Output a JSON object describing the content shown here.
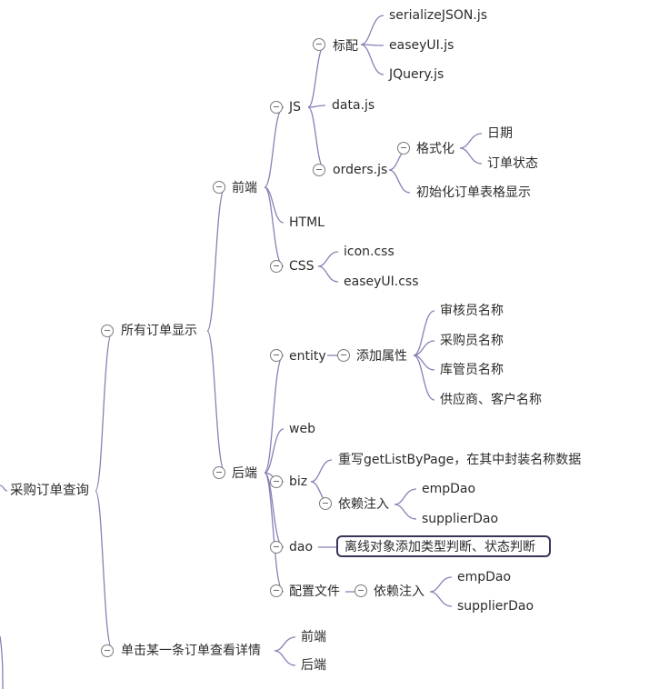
{
  "theme": {
    "line_color": "#8a7fb5",
    "highlight_border": "#3a3458",
    "text_color": "#2b2b2b"
  },
  "mindmap": {
    "root": "采购订单查询",
    "all_orders": "所有订单显示",
    "front": "前端",
    "js": "JS",
    "standard": "标配",
    "serialize_json": "serializeJSON.js",
    "easyui_js": "easeyUI.js",
    "jquery_js": "JQuery.js",
    "data_js": "data.js",
    "orders_js": "orders.js",
    "format": "格式化",
    "date": "日期",
    "order_status": "订单状态",
    "init_table": "初始化订单表格显示",
    "html": "HTML",
    "css": "CSS",
    "icon_css": "icon.css",
    "easyui_css": "easeyUI.css",
    "back": "后端",
    "entity": "entity",
    "add_attr": "添加属性",
    "auditor": "审核员名称",
    "buyer": "采购员名称",
    "keeper": "库管员名称",
    "supplier_customer": "供应商、客户名称",
    "web": "web",
    "biz": "biz",
    "rewrite": "重写getListByPage，在其中封装名称数据",
    "biz_di": "依赖注入",
    "biz_emp": "empDao",
    "biz_supplier": "supplierDao",
    "dao": "dao",
    "dao_note": "离线对象添加类型判断、状态判断",
    "config": "配置文件",
    "config_di": "依赖注入",
    "config_emp": "empDao",
    "config_supplier": "supplierDao",
    "single_detail": "单击某一条订单查看详情",
    "detail_front": "前端",
    "detail_back": "后端"
  }
}
